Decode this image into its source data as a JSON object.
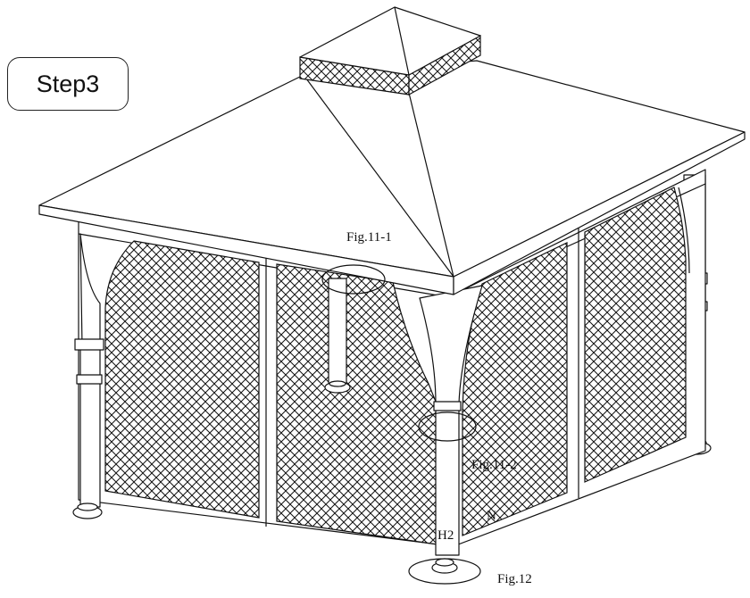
{
  "step_label": "Step3",
  "labels": {
    "fig11_1": "Fig.11-1",
    "fig11_2": "Fig.11-2",
    "fig12": "Fig.12",
    "n": "N",
    "h2": "H2"
  }
}
